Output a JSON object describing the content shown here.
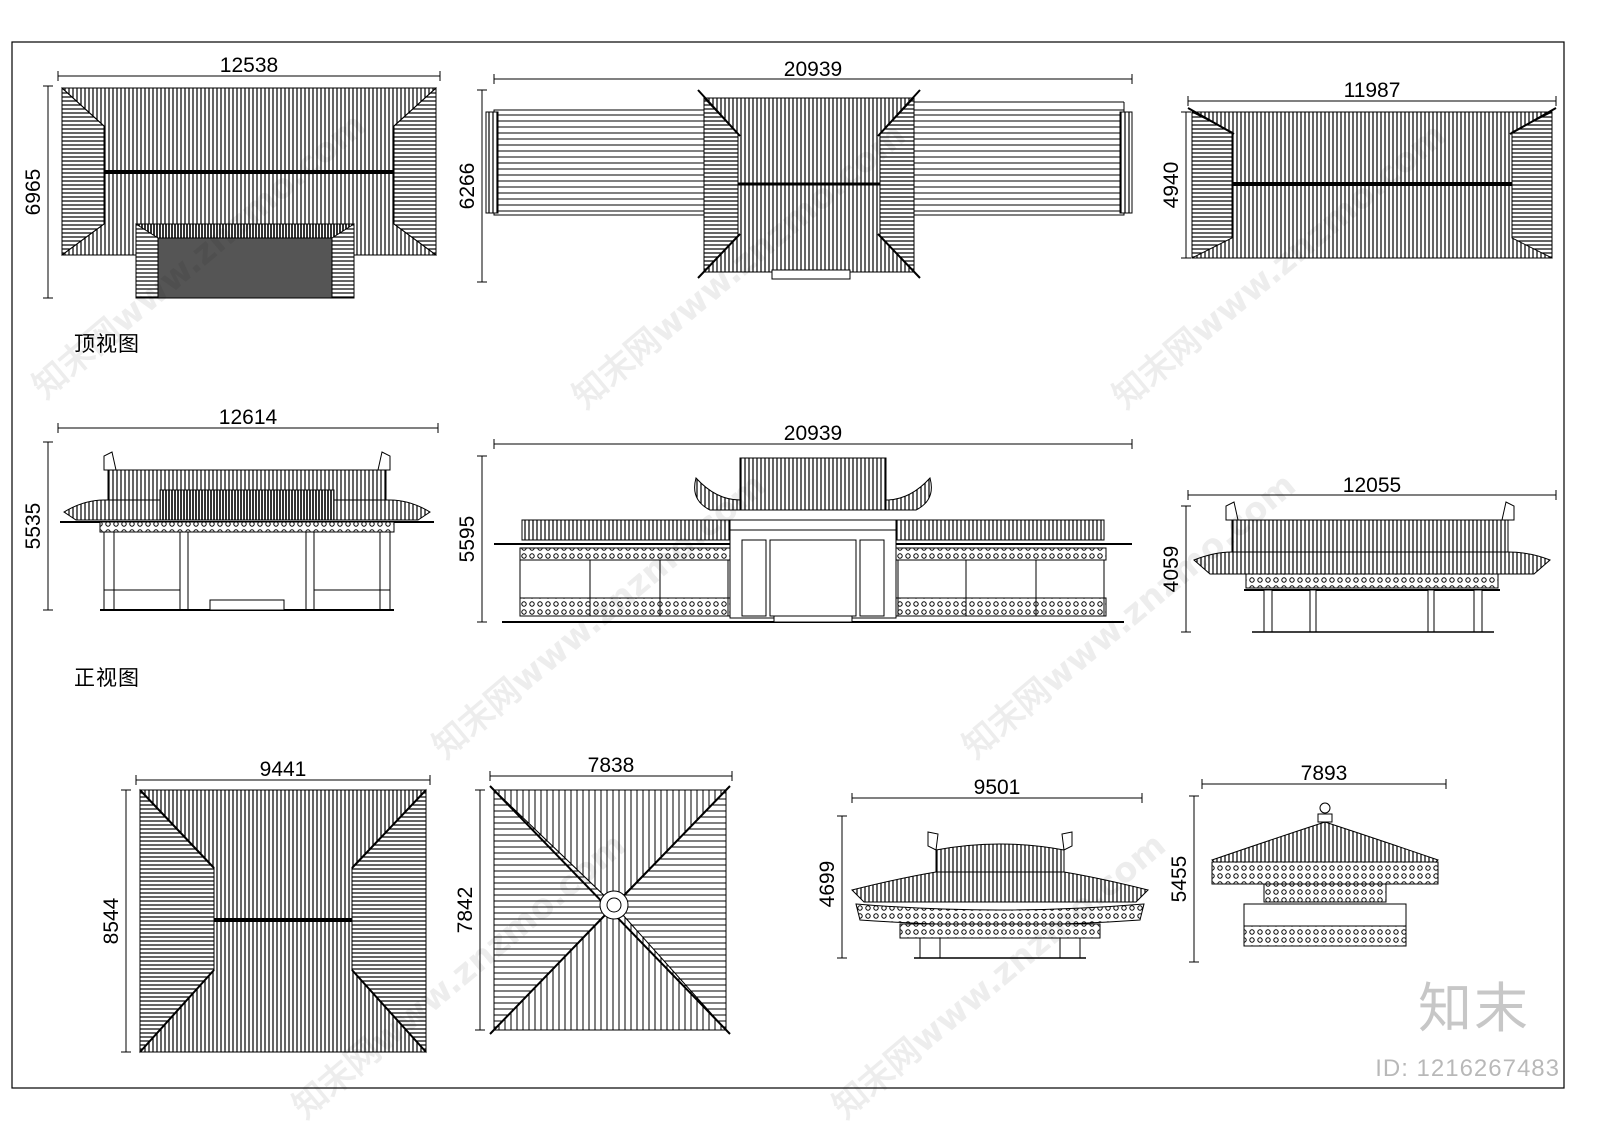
{
  "labels": {
    "top_view": "顶视图",
    "front_view": "正视图"
  },
  "dimensions": {
    "d1_w": "12538",
    "d1_h": "6965",
    "d2_w": "20939",
    "d2_h": "6266",
    "d3_w": "11987",
    "d3_h": "4940",
    "d4_w": "12614",
    "d4_h": "5535",
    "d5_w": "20939",
    "d5_h": "5595",
    "d6_w": "12055",
    "d6_h": "4059",
    "d7_w": "9441",
    "d7_h": "8544",
    "d8_w": "7838",
    "d8_h": "7842",
    "d9_w": "9501",
    "d9_h": "4699",
    "d10_w": "7893",
    "d10_h": "5455"
  },
  "watermark": {
    "brand": "知末",
    "id_text": "ID: 1216267483",
    "repeat_text": "知末网www.znzmo.com"
  }
}
